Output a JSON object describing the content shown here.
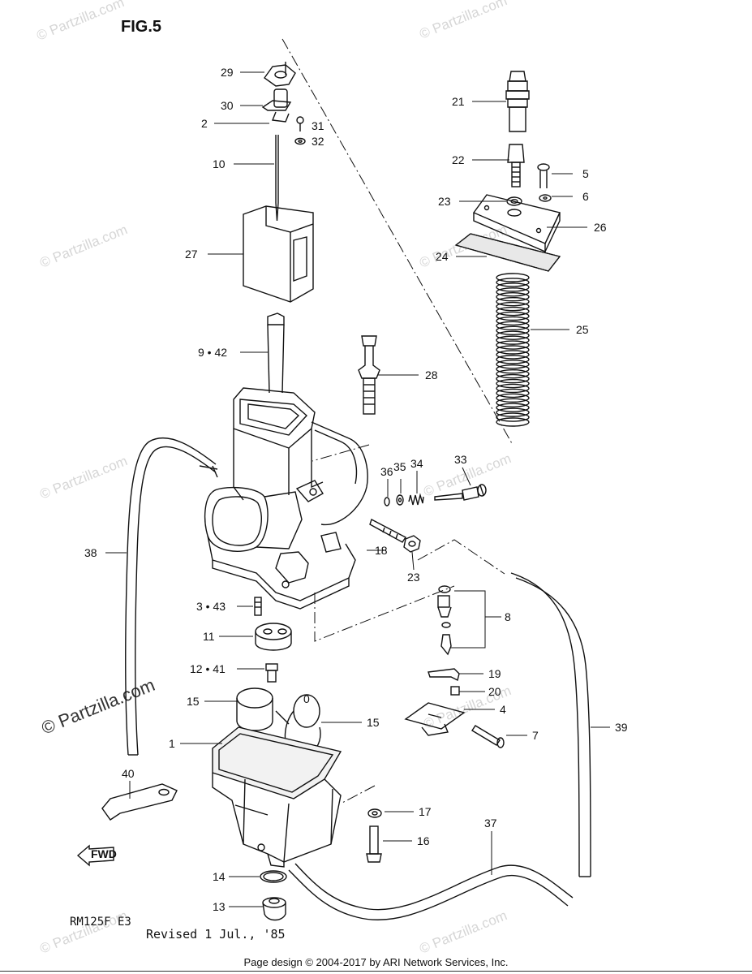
{
  "figure_title": "FIG.5",
  "model": "RM125F E3",
  "revised": "Revised 1 Jul., '85",
  "footer": "Page design © 2004-2017 by ARI Network Services, Inc.",
  "watermark": "© Partzilla.com",
  "watermark_large": "© Partzilla.com",
  "fwd_label": "FWD",
  "float_mark": "0",
  "callouts": {
    "p29": "29",
    "p30": "30",
    "p2": "2",
    "p31": "31",
    "p32": "32",
    "p10": "10",
    "p27": "27",
    "p9": "9 • 42",
    "p28": "28",
    "p21": "21",
    "p22": "22",
    "p5": "5",
    "p23a": "23",
    "p6": "6",
    "p26": "26",
    "p24": "24",
    "p25": "25",
    "p36": "36",
    "p35": "35",
    "p34": "34",
    "p33": "33",
    "p38": "38",
    "p18": "18",
    "p23b": "23",
    "p8": "8",
    "p3": "3 • 43",
    "p11": "11",
    "p12": "12 • 41",
    "p19": "19",
    "p20": "20",
    "p15a": "15",
    "p15b": "15",
    "p4": "4",
    "p1": "1",
    "p7": "7",
    "p39": "39",
    "p40": "40",
    "p17": "17",
    "p16": "16",
    "p37": "37",
    "p14": "14",
    "p13": "13"
  }
}
